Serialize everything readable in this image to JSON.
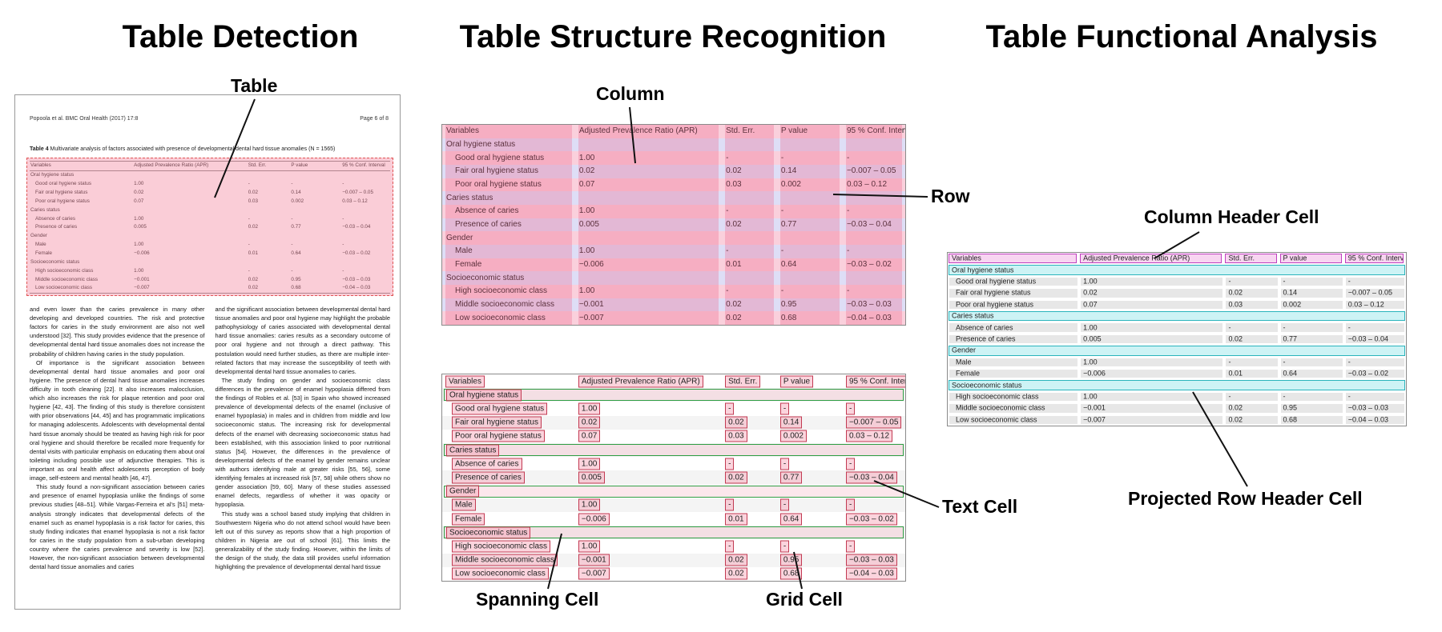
{
  "figure": {
    "panels": [
      {
        "title": "Table Detection"
      },
      {
        "title": "Table Structure Recognition"
      },
      {
        "title": "Table Functional Analysis"
      }
    ]
  },
  "callouts": {
    "table": "Table",
    "column": "Column",
    "row": "Row",
    "spanning_cell": "Spanning Cell",
    "text_cell": "Text Cell",
    "grid_cell": "Grid Cell",
    "column_header_cell": "Column Header Cell",
    "projected_row_header_cell": "Projected Row Header Cell"
  },
  "document": {
    "header_left": "Popoola et al. BMC Oral Health  (2017) 17:8",
    "header_right": "Page 6 of 8",
    "table_caption_label": "Table 4",
    "table_caption_text": " Multivariate analysis of factors associated with presence of developmental dental hard tissue anomalies (N = 1565)",
    "body_col1": [
      "and even lower than the caries prevalence in many other developing and developed countries. The risk and protective factors for caries in the study environment are also not well understood [32]. This study provides evidence that the presence of developmental dental hard tissue anomalies does not increase the probability of children having caries in the study population.",
      "Of importance is the significant association between developmental dental hard tissue anomalies and poor oral hygiene. The presence of dental hard tissue anomalies increases difficulty in tooth cleaning [22]. It also increases malocclusion, which also increases the risk for plaque retention and poor oral hygiene [42, 43]. The finding of this study is therefore consistent with prior observations [44, 45] and has programmatic implications for managing adolescents. Adolescents with developmental dental hard tissue anomaly should be treated as having high risk for poor oral hygiene and should therefore be recalled more frequently for dental visits with particular emphasis on educating them about oral toileting including possible use of adjunctive therapies. This is important as oral health affect adolescents perception of body image, self-esteem and mental health [46, 47].",
      "This study found a non-significant association between caries and presence of enamel hypoplasia unlike the findings of some previous studies [48–51]. While Vargas-Ferreira et al's [51] meta-analysis strongly indicates that developmental defects of the enamel such as enamel hypoplasia is a risk factor for caries, this study finding indicates that enamel hypoplasia is not a risk factor for caries in the study population from a sub-urban developing country where the caries prevalence and severity is low [52]. However, the non-significant association between developmental dental hard tissue anomalies and caries"
    ],
    "body_col2": [
      "and the significant association between developmental dental hard tissue anomalies and poor oral hygiene may highlight the probable pathophysiology of caries associated with developmental dental hard tissue anomalies: caries results as a secondary outcome of poor oral hygiene and not through a direct pathway. This postulation would need further studies, as there are multiple inter-related factors that may increase the susceptibility of teeth with developmental dental hard tissue anomalies to caries.",
      "The study finding on gender and socioeconomic class differences in the prevalence of enamel hypoplasia differed from the findings of Robles et al. [53] in Spain who showed increased prevalence of developmental defects of the enamel (inclusive of enamel hypoplasia) in males and in children from middle and low socioeconomic status. The increasing risk for developmental defects of the enamel with decreasing socioeconomic status had been established, with this association linked to poor nutritional status [54]. However, the differences in the prevalence of developmental defects of the enamel by gender remains unclear with authors identifying male at greater risks [55, 56], some identifying females at increased risk [57, 58] while others show no gender association [59, 60]. Many of these studies assessed enamel defects, regardless of whether it was opacity or hypoplasia.",
      "This study was a school based study implying that children in Southwestern Nigeria who do not attend school would have been left out of this survey as reports show that a high proportion of children in Nigeria are out of school [61]. This limits the generalizability of the study finding. However, within the limits of the design of the study, the data still provides useful information highlighting the prevalence of developmental dental hard tissue"
    ]
  },
  "table": {
    "headers": [
      "Variables",
      "Adjusted Prevalence Ratio (APR)",
      "Std. Err.",
      "P value",
      "95 % Conf. Interval"
    ],
    "rows": [
      {
        "type": "section",
        "label": "Oral hygiene status"
      },
      {
        "type": "data",
        "cells": [
          "Good oral hygiene status",
          "1.00",
          "-",
          "-",
          "-"
        ]
      },
      {
        "type": "data",
        "cells": [
          "Fair oral hygiene status",
          "0.02",
          "0.02",
          "0.14",
          "−0.007 – 0.05"
        ]
      },
      {
        "type": "data",
        "cells": [
          "Poor oral hygiene status",
          "0.07",
          "0.03",
          "0.002",
          "0.03 – 0.12"
        ]
      },
      {
        "type": "section",
        "label": "Caries status"
      },
      {
        "type": "data",
        "cells": [
          "Absence of caries",
          "1.00",
          "-",
          "-",
          "-"
        ]
      },
      {
        "type": "data",
        "cells": [
          "Presence of caries",
          "0.005",
          "0.02",
          "0.77",
          "−0.03 – 0.04"
        ]
      },
      {
        "type": "section",
        "label": "Gender"
      },
      {
        "type": "data",
        "cells": [
          "Male",
          "1.00",
          "-",
          "-",
          "-"
        ]
      },
      {
        "type": "data",
        "cells": [
          "Female",
          "−0.006",
          "0.01",
          "0.64",
          "−0.03 – 0.02"
        ]
      },
      {
        "type": "section",
        "label": "Socioeconomic status"
      },
      {
        "type": "data",
        "cells": [
          "High socioeconomic class",
          "1.00",
          "-",
          "-",
          "-"
        ]
      },
      {
        "type": "data",
        "cells": [
          "Middle socioeconomic class",
          "−0.001",
          "0.02",
          "0.95",
          "−0.03 – 0.03"
        ]
      },
      {
        "type": "data",
        "cells": [
          "Low socioeconomic class",
          "−0.007",
          "0.02",
          "0.68",
          "−0.04 – 0.03"
        ]
      }
    ]
  },
  "colors": {
    "detection_fill": "rgba(242,130,155,0.40)",
    "detection_border": "#e05555",
    "row_band_pink": "rgba(240,110,145,0.32)",
    "row_band_blue": "rgba(145,145,225,0.30)",
    "column_band_pink": "rgba(238,95,135,0.30)",
    "text_cell_border": "#c23a52",
    "text_cell_fill": "rgba(246,160,180,0.45)",
    "spanning_cell_border": "#2f9e44",
    "spanning_cell_fill": "rgba(246,170,185,0.28)",
    "column_header_border": "#bf3fbf",
    "column_header_fill": "rgba(238,150,220,0.40)",
    "row_header_border": "#2ab4bc",
    "row_header_fill": "rgba(130,224,230,0.40)",
    "grid_cell_fill": "#e7e7e7",
    "table_border": "#8a8a8a",
    "line_color": "#111111"
  }
}
